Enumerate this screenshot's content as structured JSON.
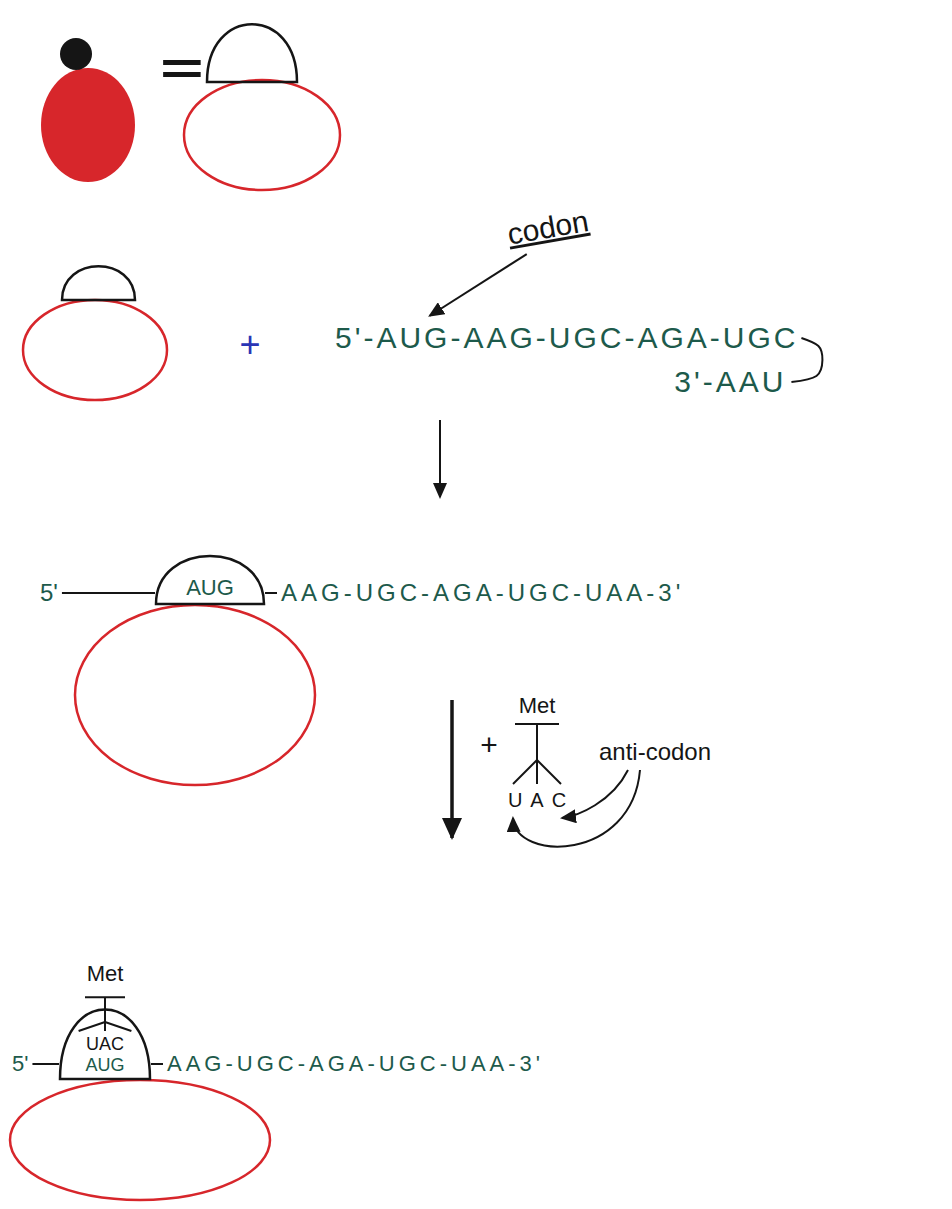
{
  "diagram": {
    "nodes": [
      {
        "text": [
          "AUG"
        ]
      },
      {
        "text": [
          "UAC",
          "AUG"
        ]
      }
    ],
    "labels": [
      "=",
      "codon",
      "+",
      "5'-AUG-AAG-UGC-AGA-UGC",
      "3'-AAU",
      "5'",
      "AAG-UGC-AGA-UGC-UAA-3'",
      "+",
      "Met",
      "UAC",
      "anti-codon",
      "Met",
      "5'",
      "AAG-UGC-AGA-UGC-UAA-3'"
    ]
  }
}
